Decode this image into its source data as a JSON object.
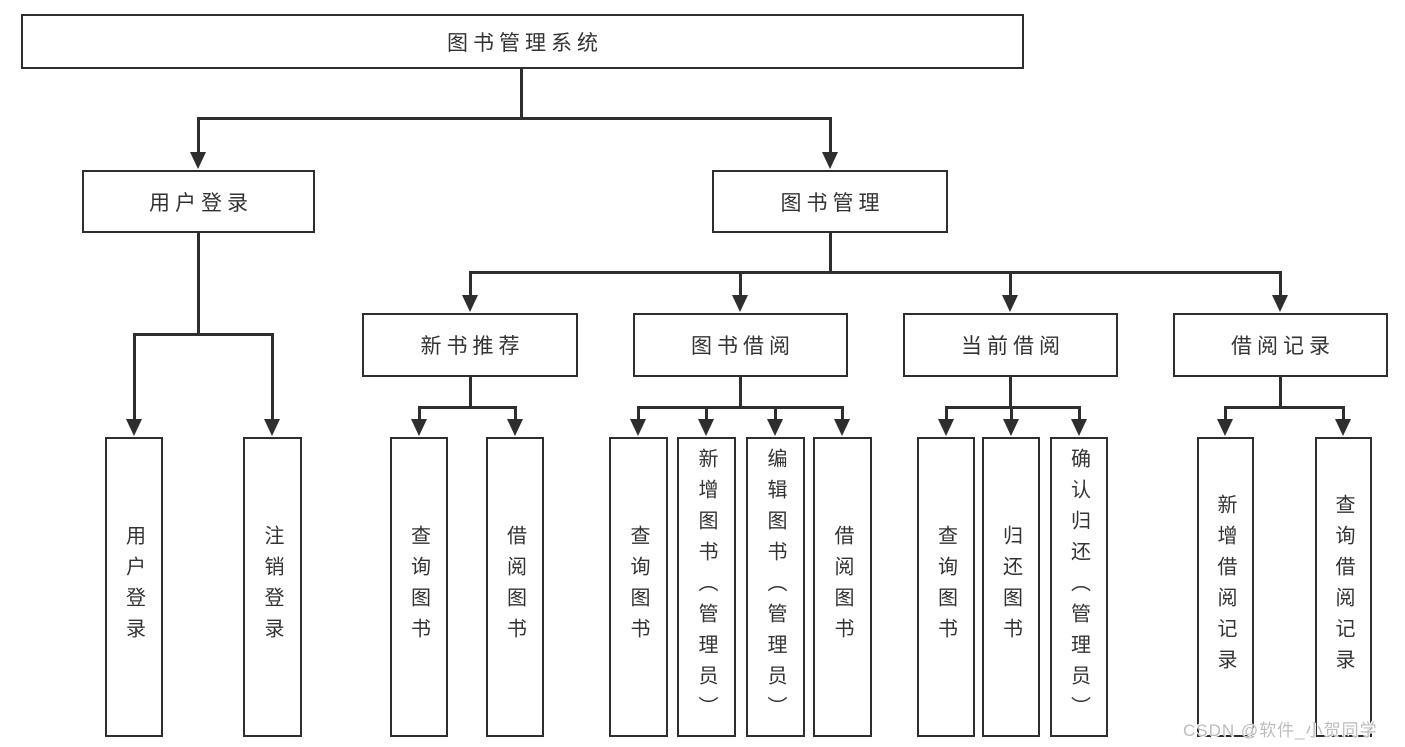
{
  "diagram": {
    "type": "hierarchy-tree",
    "title": "图书管理系统",
    "nodes": {
      "root": "图书管理系统",
      "user_login": "用户登录",
      "book_management": "图书管理",
      "new_book_recommend": "新书推荐",
      "book_borrow": "图书借阅",
      "current_borrow": "当前借阅",
      "borrow_records": "借阅记录"
    },
    "leaves": {
      "user_login": [
        "用户登录",
        "注销登录"
      ],
      "new_book_recommend": [
        "查询图书",
        "借阅图书"
      ],
      "book_borrow": [
        "查询图书",
        "新增图书（管理员）",
        "编辑图书（管理员）",
        "借阅图书"
      ],
      "current_borrow": [
        "查询图书",
        "归还图书",
        "确认归还（管理员）"
      ],
      "borrow_records": [
        "新增借阅记录",
        "查询借阅记录"
      ]
    },
    "colors": {
      "line": "#2e2e2e",
      "text": "#333333",
      "background": "#ffffff",
      "watermark": "#bdbdbd"
    }
  },
  "watermark": {
    "text": "CSDN @软件_小贺同学"
  }
}
